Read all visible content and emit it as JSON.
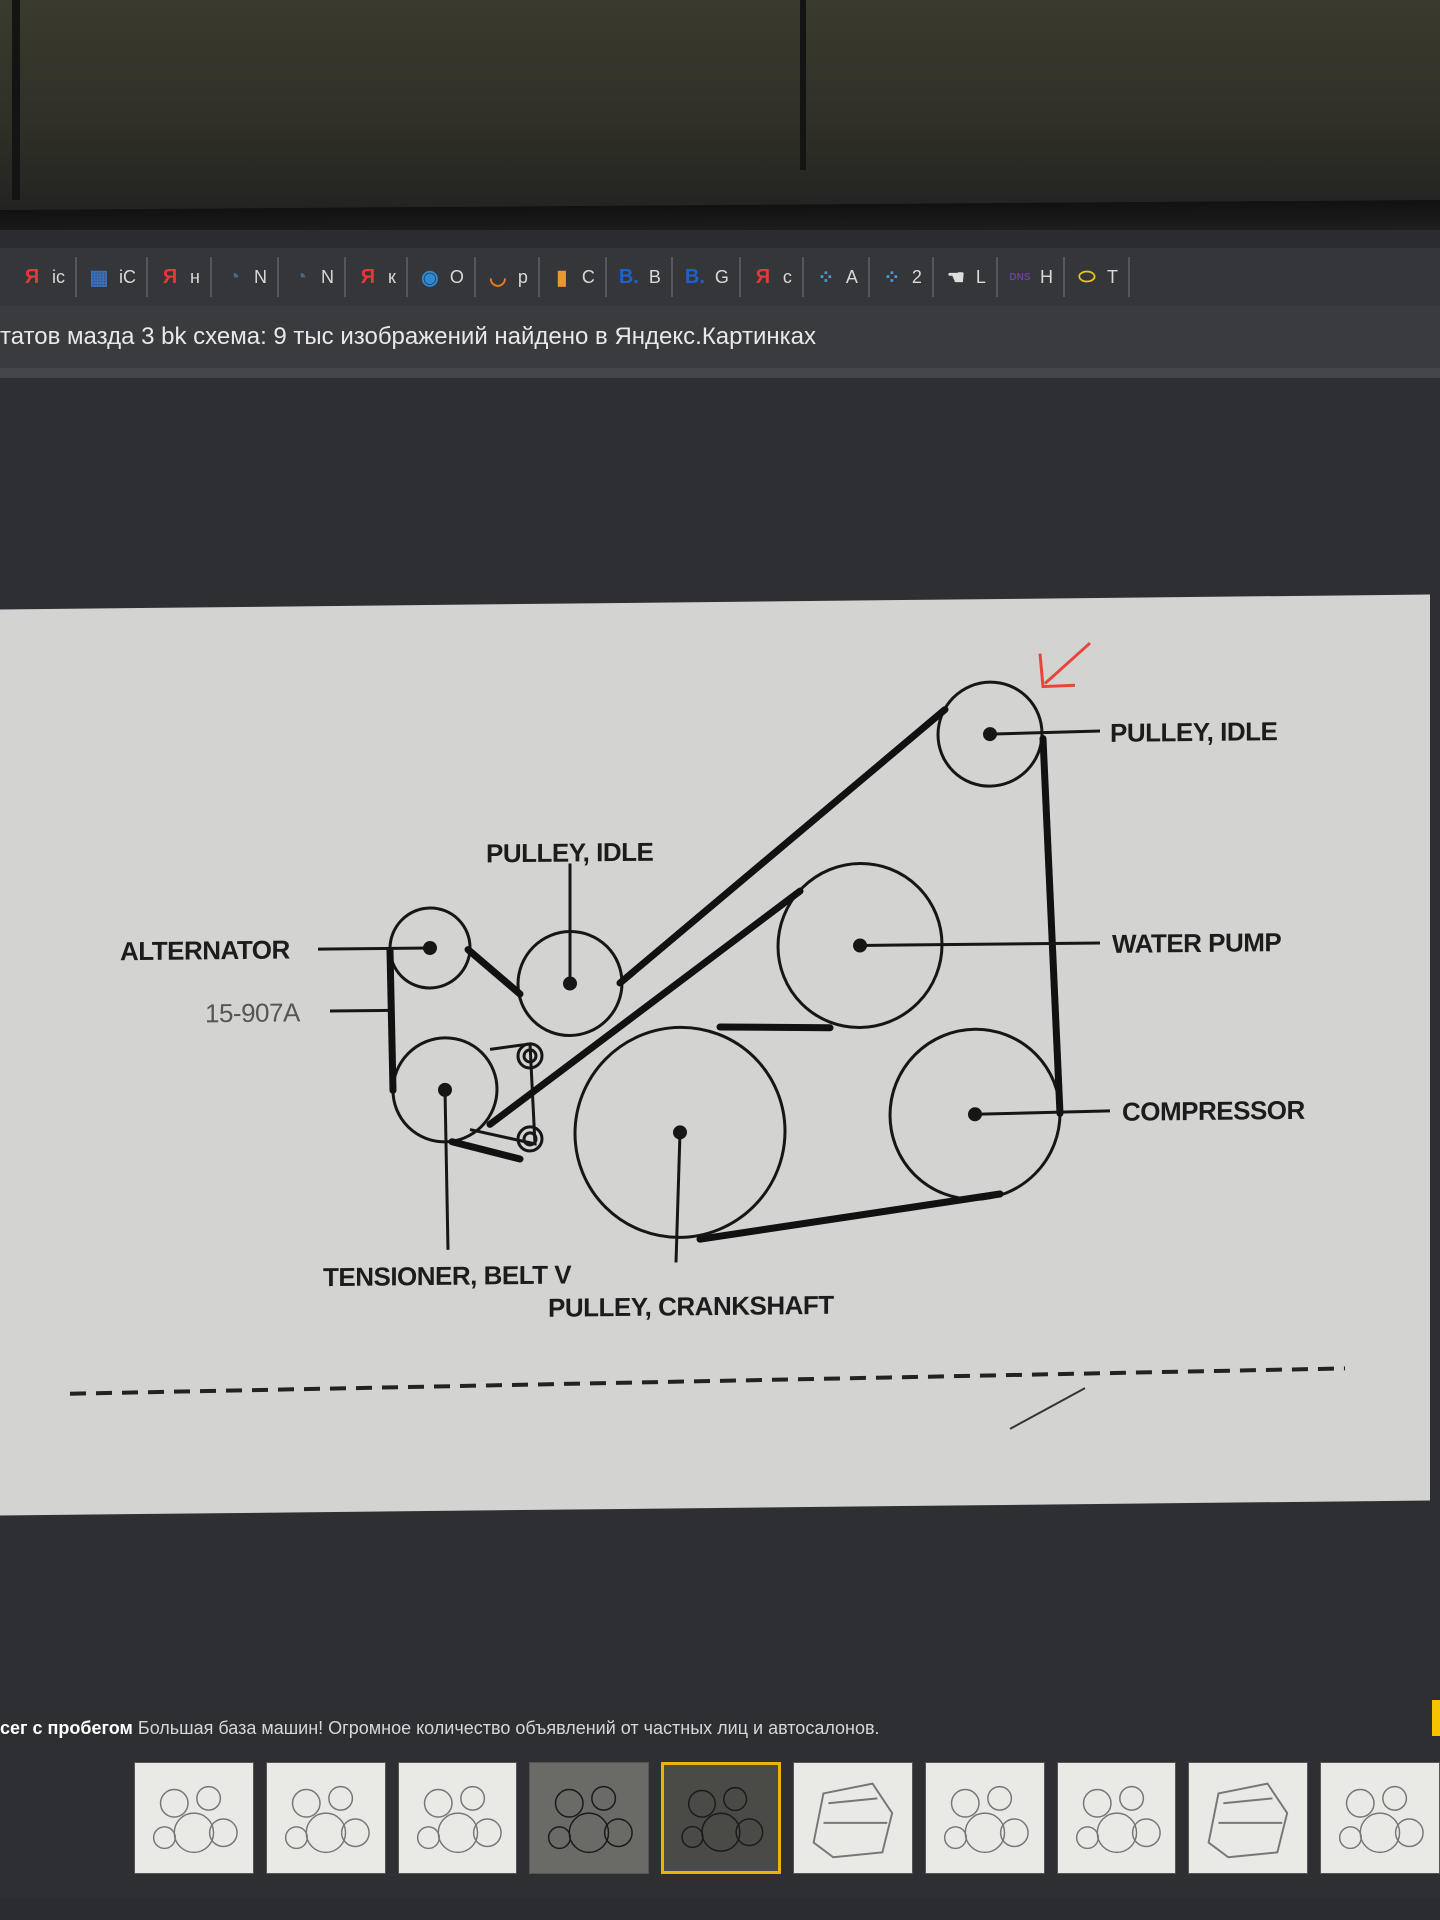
{
  "bookmarks": [
    {
      "icon": "Я",
      "label": "ic",
      "color": "#e53935"
    },
    {
      "icon": "▦",
      "label": "iC",
      "color": "#3b6fb6"
    },
    {
      "icon": "Я",
      "label": "н",
      "color": "#e53935"
    },
    {
      "icon": "◔",
      "label": "N",
      "color": "#4a6a8a"
    },
    {
      "icon": "◔",
      "label": "N",
      "color": "#4a6a8a"
    },
    {
      "icon": "Я",
      "label": "к",
      "color": "#e53935"
    },
    {
      "icon": "◉",
      "label": "О",
      "color": "#2a8ad8"
    },
    {
      "icon": "◡",
      "label": "р",
      "color": "#f07a1a"
    },
    {
      "icon": "▮",
      "label": "С",
      "color": "#e89a2a"
    },
    {
      "icon": "B.",
      "label": "B",
      "color": "#1d62c9"
    },
    {
      "icon": "B.",
      "label": "G",
      "color": "#1d62c9"
    },
    {
      "icon": "Я",
      "label": "с",
      "color": "#e53935"
    },
    {
      "icon": "⁘",
      "label": "A",
      "color": "#3aa0d8"
    },
    {
      "icon": "⁘",
      "label": "2",
      "color": "#3aa0d8"
    },
    {
      "icon": "☚",
      "label": "L",
      "color": "#dddddd"
    },
    {
      "icon": "DNS",
      "label": "H",
      "color": "#6b3fa0"
    },
    {
      "icon": "⬭",
      "label": "T",
      "color": "#e8c420"
    }
  ],
  "page_title": "татов мазда 3 bk схема: 9 тыс изображений найдено в Яндекс.Картинках",
  "diagram": {
    "labels": {
      "pulley_idle_top": "PULLEY, IDLE",
      "pulley_idle_mid": "PULLEY, IDLE",
      "alternator": "ALTERNATOR",
      "part_number": "15-907A",
      "water_pump": "WATER PUMP",
      "compressor": "COMPRESSOR",
      "tensioner": "TENSIONER, BELT V",
      "crankshaft": "PULLEY, CRANKSHAFT"
    },
    "highlight_color": "#e8463a"
  },
  "caption": {
    "bold": "сег с пробегом",
    "text": "Большая база машин! Огромное количество объявлений от частных лиц и автосалонов."
  },
  "thumbnails": [
    "belt-diagram",
    "belt-diagram",
    "belt-diagram",
    "belt-diagram",
    "belt-diagram",
    "engine-drawing",
    "belt-diagram",
    "belt-diagram",
    "engine-drawing",
    "belt-diagram"
  ],
  "selected_thumbnail": 4
}
